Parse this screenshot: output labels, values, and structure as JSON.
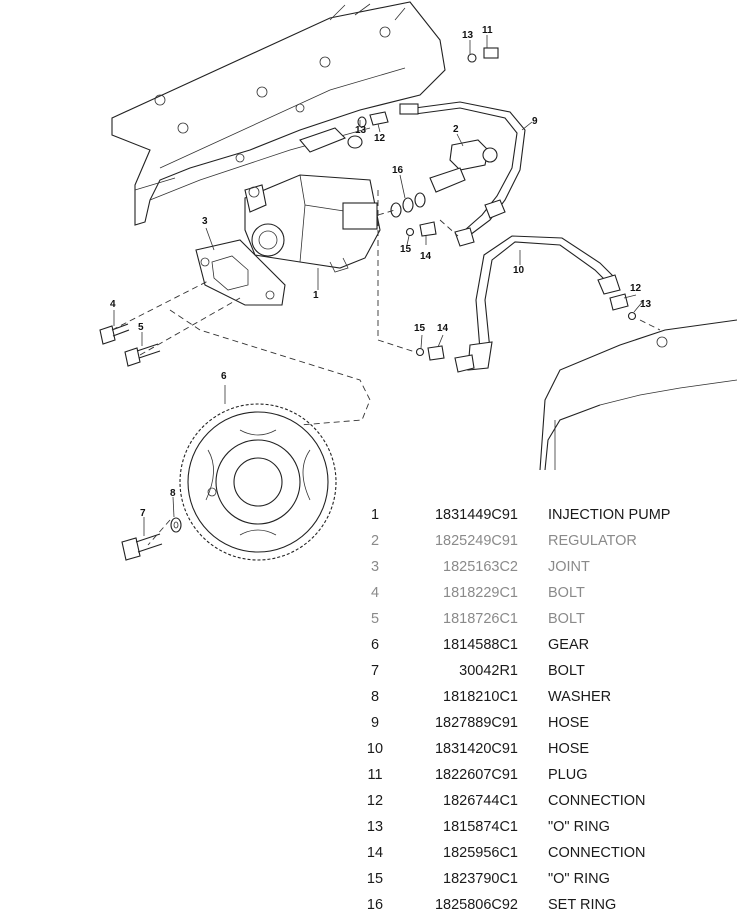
{
  "callouts": [
    "1",
    "2",
    "3",
    "4",
    "5",
    "6",
    "7",
    "8",
    "9",
    "10",
    "11",
    "12",
    "13",
    "14",
    "15",
    "16"
  ],
  "parts": [
    {
      "num": "1",
      "part_no": "1831449C91",
      "desc": "INJECTION PUMP",
      "faded": false
    },
    {
      "num": "2",
      "part_no": "1825249C91",
      "desc": "REGULATOR",
      "faded": true
    },
    {
      "num": "3",
      "part_no": "1825163C2",
      "desc": "JOINT",
      "faded": true
    },
    {
      "num": "4",
      "part_no": "1818229C1",
      "desc": "BOLT",
      "faded": true
    },
    {
      "num": "5",
      "part_no": "1818726C1",
      "desc": "BOLT",
      "faded": true
    },
    {
      "num": "6",
      "part_no": "1814588C1",
      "desc": "GEAR",
      "faded": false
    },
    {
      "num": "7",
      "part_no": "30042R1",
      "desc": "BOLT",
      "faded": false
    },
    {
      "num": "8",
      "part_no": "1818210C1",
      "desc": "WASHER",
      "faded": false
    },
    {
      "num": "9",
      "part_no": "1827889C91",
      "desc": "HOSE",
      "faded": false
    },
    {
      "num": "10",
      "part_no": "1831420C91",
      "desc": "HOSE",
      "faded": false
    },
    {
      "num": "11",
      "part_no": "1822607C91",
      "desc": "PLUG",
      "faded": false
    },
    {
      "num": "12",
      "part_no": "1826744C1",
      "desc": "CONNECTION",
      "faded": false
    },
    {
      "num": "13",
      "part_no": "1815874C1",
      "desc": "\"O\" RING",
      "faded": false
    },
    {
      "num": "14",
      "part_no": "1825956C1",
      "desc": "CONNECTION",
      "faded": false
    },
    {
      "num": "15",
      "part_no": "1823790C1",
      "desc": "\"O\" RING",
      "faded": false
    },
    {
      "num": "16",
      "part_no": "1825806C92",
      "desc": "SET RING",
      "faded": false
    }
  ]
}
